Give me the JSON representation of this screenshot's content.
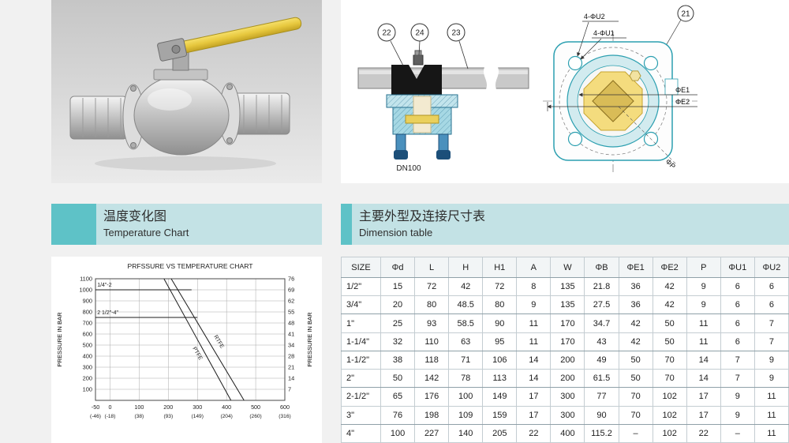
{
  "colors": {
    "header_bg": "#c3e2e5",
    "header_accent": "#5ec2c7",
    "drawing_teal": "#2b9fb0",
    "handle_yellow": "#e7c83e"
  },
  "sections": {
    "temperature": {
      "title_zh": "温度变化图",
      "title_en": "Temperature Chart"
    },
    "dimensions": {
      "title_zh": "主要外型及连接尺寸表",
      "title_en": "Dimension table"
    }
  },
  "drawing": {
    "callouts": {
      "c22": "22",
      "c24": "24",
      "c23": "23",
      "c21": "21"
    },
    "dn_label": "DN100",
    "labels": {
      "u2": "4-ΦU2",
      "u1": "4-ΦU1",
      "e1": "ΦE1",
      "e2": "ΦE2",
      "p": "ΦP"
    }
  },
  "chart_data": {
    "type": "line",
    "title": "PRFSSURE VS TEMPERATURE CHART",
    "ylabel_left": "PRESSURE IN BAR",
    "ylabel_right": "PRESSURE IN BAR",
    "xlim": [
      -50,
      600
    ],
    "ylim": [
      0,
      1100
    ],
    "grid": true,
    "x_ticks_fahrenheit": [
      -50,
      0,
      100,
      200,
      300,
      400,
      500,
      600
    ],
    "x_ticks_celsius": [
      "(-46)",
      "(-18)",
      "(38)",
      "(93)",
      "(149)",
      "(204)",
      "(260)",
      "(316)"
    ],
    "y_ticks_left": [
      100,
      200,
      300,
      400,
      500,
      600,
      700,
      800,
      900,
      1000,
      1100
    ],
    "y_ticks_right": [
      7,
      14,
      21,
      28,
      34,
      41,
      48,
      55,
      62,
      69,
      76
    ],
    "series": [
      {
        "name": "1/4\"-2",
        "points": [
          [
            -50,
            1000
          ],
          [
            280,
            1000
          ]
        ]
      },
      {
        "name": "2 1/2\"-4\"",
        "points": [
          [
            -50,
            750
          ],
          [
            300,
            750
          ]
        ]
      },
      {
        "name": "RTFE",
        "points": [
          [
            210,
            1100
          ],
          [
            460,
            0
          ]
        ]
      },
      {
        "name": "PTFE",
        "points": [
          [
            185,
            1100
          ],
          [
            415,
            0
          ]
        ]
      }
    ]
  },
  "table": {
    "headers": [
      "SIZE",
      "Φd",
      "L",
      "H",
      "H1",
      "A",
      "W",
      "ΦB",
      "ΦE1",
      "ΦE2",
      "P",
      "ΦU1",
      "ΦU2"
    ],
    "rows": [
      [
        "1/2\"",
        "15",
        "72",
        "42",
        "72",
        "8",
        "135",
        "21.8",
        "36",
        "42",
        "9",
        "6",
        "6"
      ],
      [
        "3/4\"",
        "20",
        "80",
        "48.5",
        "80",
        "9",
        "135",
        "27.5",
        "36",
        "42",
        "9",
        "6",
        "6"
      ],
      [
        "1\"",
        "25",
        "93",
        "58.5",
        "90",
        "11",
        "170",
        "34.7",
        "42",
        "50",
        "11",
        "6",
        "7"
      ],
      [
        "1-1/4\"",
        "32",
        "110",
        "63",
        "95",
        "11",
        "170",
        "43",
        "42",
        "50",
        "11",
        "6",
        "7"
      ],
      [
        "1-1/2\"",
        "38",
        "118",
        "71",
        "106",
        "14",
        "200",
        "49",
        "50",
        "70",
        "14",
        "7",
        "9"
      ],
      [
        "2\"",
        "50",
        "142",
        "78",
        "113",
        "14",
        "200",
        "61.5",
        "50",
        "70",
        "14",
        "7",
        "9"
      ],
      [
        "2-1/2\"",
        "65",
        "176",
        "100",
        "149",
        "17",
        "300",
        "77",
        "70",
        "102",
        "17",
        "9",
        "11"
      ],
      [
        "3\"",
        "76",
        "198",
        "109",
        "159",
        "17",
        "300",
        "90",
        "70",
        "102",
        "17",
        "9",
        "11"
      ],
      [
        "4\"",
        "100",
        "227",
        "140",
        "205",
        "22",
        "400",
        "115.2",
        "–",
        "102",
        "22",
        "–",
        "11"
      ]
    ]
  }
}
